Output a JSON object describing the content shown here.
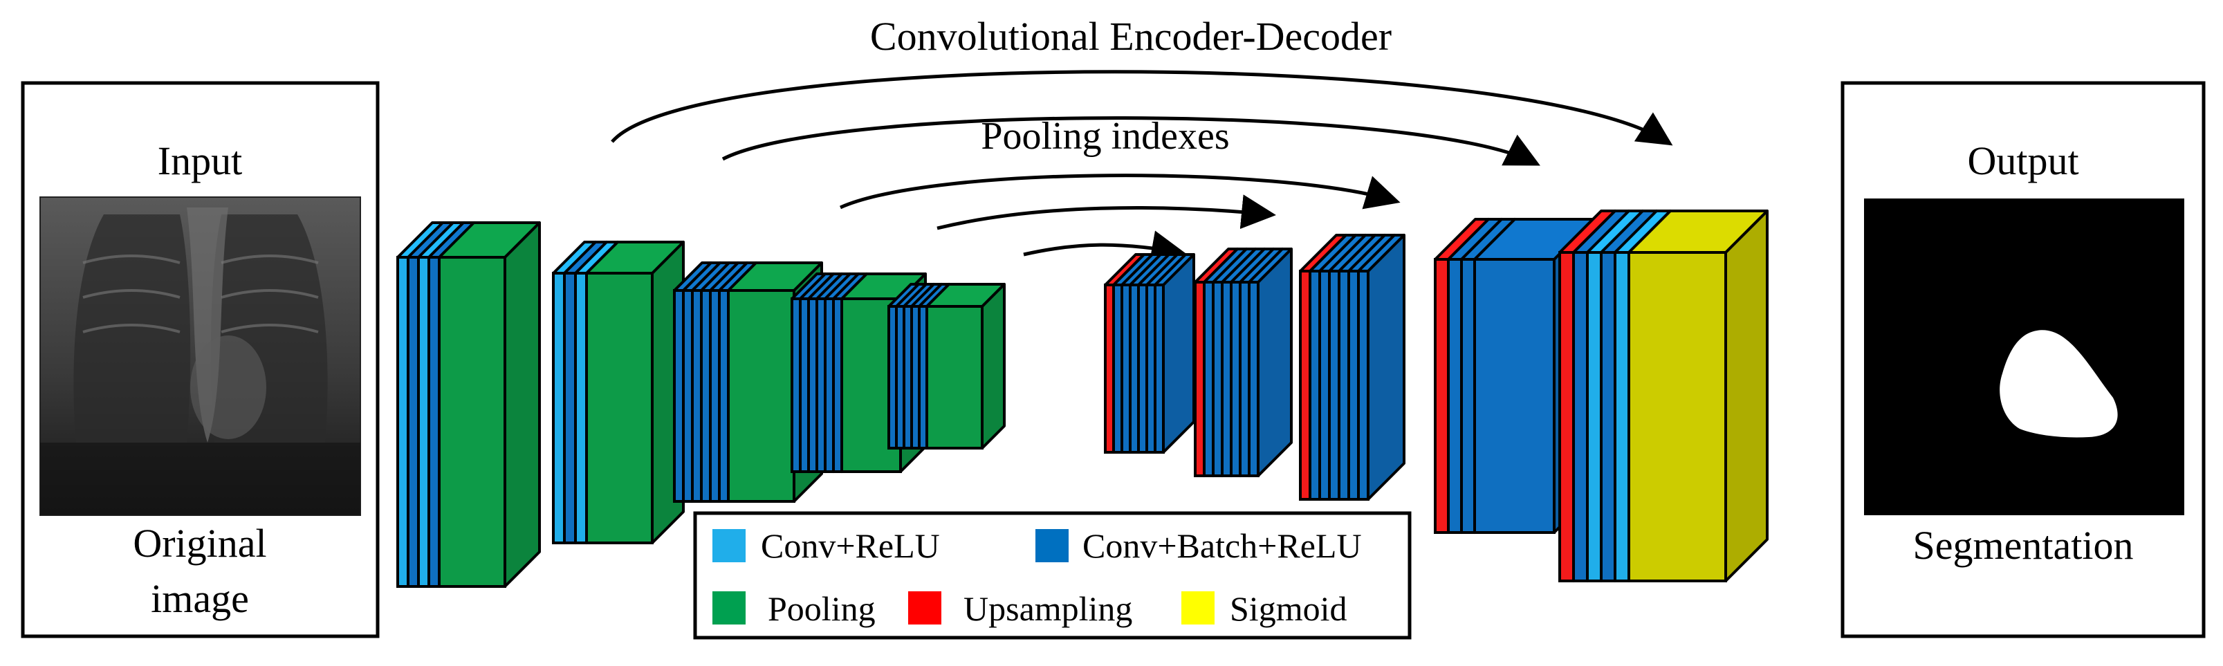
{
  "title": "Convolutional Encoder-Decoder",
  "skip_label": "Pooling indexes",
  "input_panel": {
    "heading": "Input",
    "caption_line1": "Original",
    "caption_line2": "image"
  },
  "output_panel": {
    "heading": "Output",
    "caption": "Segmentation"
  },
  "legend": [
    {
      "label": "Conv+ReLU",
      "color": "#20AEEA"
    },
    {
      "label": "Conv+Batch+ReLU",
      "color": "#0070C0"
    },
    {
      "label": "Pooling",
      "color": "#00A050"
    },
    {
      "label": "Upsampling",
      "color": "#FF0000"
    },
    {
      "label": "Sigmoid",
      "color": "#FFFF00"
    }
  ],
  "layer_colors": {
    "conv_relu": "#20AEEA",
    "conv_batch_relu": "#0F6FC0",
    "pooling": "#0D9B48",
    "upsampling": "#F31B1B",
    "sigmoid": "#CCCC00"
  },
  "encoder_blocks": [
    [
      "conv_relu",
      "conv_batch_relu",
      "conv_relu",
      "conv_batch_relu",
      "pooling"
    ],
    [
      "conv_relu",
      "conv_batch_relu",
      "conv_relu",
      "pooling"
    ],
    [
      "conv_batch_relu",
      "conv_batch_relu",
      "conv_batch_relu",
      "conv_batch_relu",
      "conv_batch_relu",
      "conv_batch_relu",
      "pooling"
    ],
    [
      "conv_batch_relu",
      "conv_batch_relu",
      "conv_batch_relu",
      "conv_batch_relu",
      "conv_batch_relu",
      "conv_batch_relu",
      "pooling"
    ],
    [
      "conv_batch_relu",
      "conv_batch_relu",
      "conv_batch_relu",
      "conv_batch_relu",
      "conv_batch_relu",
      "pooling"
    ]
  ],
  "decoder_blocks": [
    [
      "upsampling",
      "conv_batch_relu",
      "conv_batch_relu",
      "conv_batch_relu",
      "conv_batch_relu",
      "conv_batch_relu",
      "conv_batch_relu"
    ],
    [
      "upsampling",
      "conv_batch_relu",
      "conv_batch_relu",
      "conv_batch_relu",
      "conv_batch_relu",
      "conv_batch_relu",
      "conv_batch_relu"
    ],
    [
      "upsampling",
      "conv_batch_relu",
      "conv_batch_relu",
      "conv_batch_relu",
      "conv_batch_relu",
      "conv_batch_relu",
      "conv_batch_relu"
    ],
    [
      "upsampling",
      "conv_batch_relu",
      "conv_batch_relu",
      "conv_batch_relu"
    ],
    [
      "upsampling",
      "conv_batch_relu",
      "conv_relu",
      "conv_batch_relu",
      "conv_relu",
      "sigmoid"
    ]
  ]
}
